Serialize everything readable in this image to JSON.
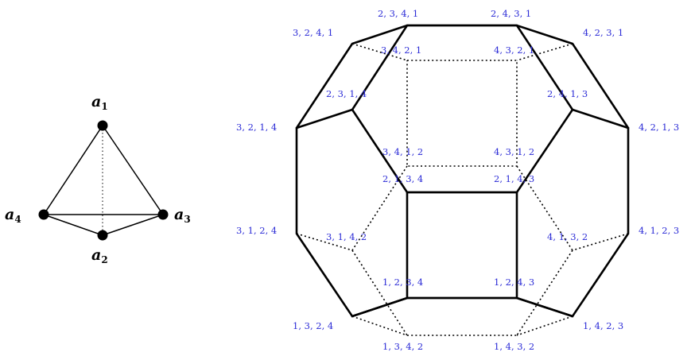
{
  "tetrahedron": {
    "vertices": [
      {
        "id": "a1",
        "base": "a",
        "sub": "1"
      },
      {
        "id": "a2",
        "base": "a",
        "sub": "2"
      },
      {
        "id": "a3",
        "base": "a",
        "sub": "3"
      },
      {
        "id": "a4",
        "base": "a",
        "sub": "4"
      }
    ]
  },
  "permutohedron": {
    "vertices": [
      {
        "id": "v2341",
        "label": "2, 3, 4, 1"
      },
      {
        "id": "v2431",
        "label": "2, 4, 3, 1"
      },
      {
        "id": "v3241",
        "label": "3, 2, 4, 1"
      },
      {
        "id": "v4231",
        "label": "4, 2, 3, 1"
      },
      {
        "id": "v3421",
        "label": "3, 4, 2, 1"
      },
      {
        "id": "v4321",
        "label": "4, 3, 2, 1"
      },
      {
        "id": "v2314",
        "label": "2, 3, 1, 4"
      },
      {
        "id": "v2413",
        "label": "2, 4, 1, 3"
      },
      {
        "id": "v3214",
        "label": "3, 2, 1, 4"
      },
      {
        "id": "v4213",
        "label": "4, 2, 1, 3"
      },
      {
        "id": "v3412",
        "label": "3, 4, 1, 2"
      },
      {
        "id": "v4312",
        "label": "4, 3, 1, 2"
      },
      {
        "id": "v2134",
        "label": "2, 1, 3, 4"
      },
      {
        "id": "v2143",
        "label": "2, 1, 4, 3"
      },
      {
        "id": "v3124",
        "label": "3, 1, 2, 4"
      },
      {
        "id": "v3142",
        "label": "3, 1, 4, 2"
      },
      {
        "id": "v4132",
        "label": "4, 1, 3, 2"
      },
      {
        "id": "v4123",
        "label": "4, 1, 2, 3"
      },
      {
        "id": "v1234",
        "label": "1, 2, 3, 4"
      },
      {
        "id": "v1243",
        "label": "1, 2, 4, 3"
      },
      {
        "id": "v1324",
        "label": "1, 3, 2, 4"
      },
      {
        "id": "v1423",
        "label": "1, 4, 2, 3"
      },
      {
        "id": "v1342",
        "label": "1, 3, 4, 2"
      },
      {
        "id": "v1432",
        "label": "1, 4, 3, 2"
      }
    ]
  }
}
